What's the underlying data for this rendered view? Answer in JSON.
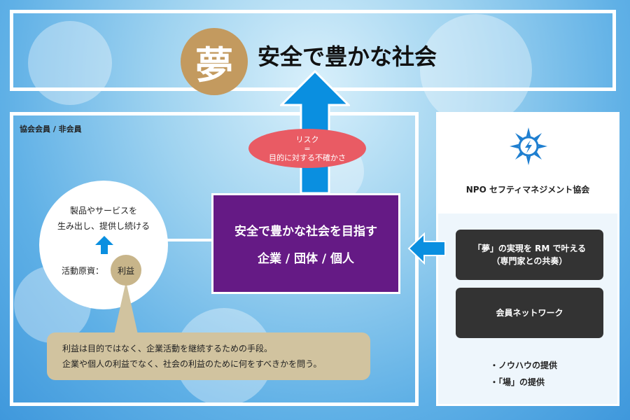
{
  "top": {
    "dream_char": "夢",
    "title": "安全で豊かな社会"
  },
  "left": {
    "member_label": "協会会員 / 非会員",
    "risk": {
      "line1": "リスク",
      "line2": "=",
      "line3": "目的に対する不確かさ"
    },
    "purple_box": {
      "line1": "安全で豊かな社会を目指す",
      "line2": "企業 / 団体 / 個人"
    },
    "circle": {
      "line1": "製品やサービスを",
      "line2": "生み出し、提供し続ける",
      "resource_label": "活動原資：",
      "profit": "利益"
    },
    "callout": {
      "line1": "利益は目的ではなく、企業活動を継続するための手段。",
      "line2": "企業や個人の利益でなく、社会の利益のために何をすべきかを問う。"
    }
  },
  "right": {
    "org_name": "NPO セフティマネジメント協会",
    "dream_button": {
      "line1": "「夢」の実現を RM で叶える",
      "line2": "（専門家との共奏）"
    },
    "network_button": "会員ネットワーク",
    "bullets": [
      "・ノウハウの提供",
      "・「場」の提供"
    ]
  },
  "colors": {
    "gold": "#c39a5f",
    "arrow_blue": "#0a8fe0",
    "purple": "#651a85",
    "risk_red": "#e95b64",
    "callout_beige": "#d1c39f",
    "dark_button": "#333333"
  }
}
